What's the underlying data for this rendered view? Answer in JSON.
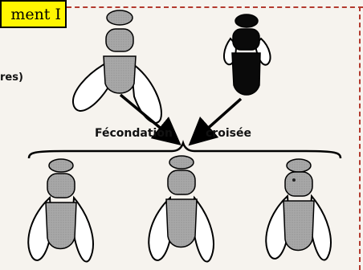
{
  "document_tag": "ment I",
  "side_text": "res)",
  "labels": {
    "left": "Fécondation",
    "right": "croisée"
  },
  "colors": {
    "tag_background": "#fff600",
    "frame_dash": "#b33a2e",
    "grey_body": "#a8a8a8",
    "black_body": "#0a0a0a"
  },
  "figure": {
    "parents": [
      {
        "name": "grey-fly",
        "body_color": "grey",
        "wings": "spread"
      },
      {
        "name": "black-fly",
        "body_color": "black",
        "wings": "folded"
      }
    ],
    "offspring": [
      {
        "name": "offspring-1",
        "body_color": "grey",
        "wings": "spread"
      },
      {
        "name": "offspring-2",
        "body_color": "grey",
        "wings": "spread"
      },
      {
        "name": "offspring-3",
        "body_color": "grey",
        "wings": "spread"
      }
    ]
  }
}
